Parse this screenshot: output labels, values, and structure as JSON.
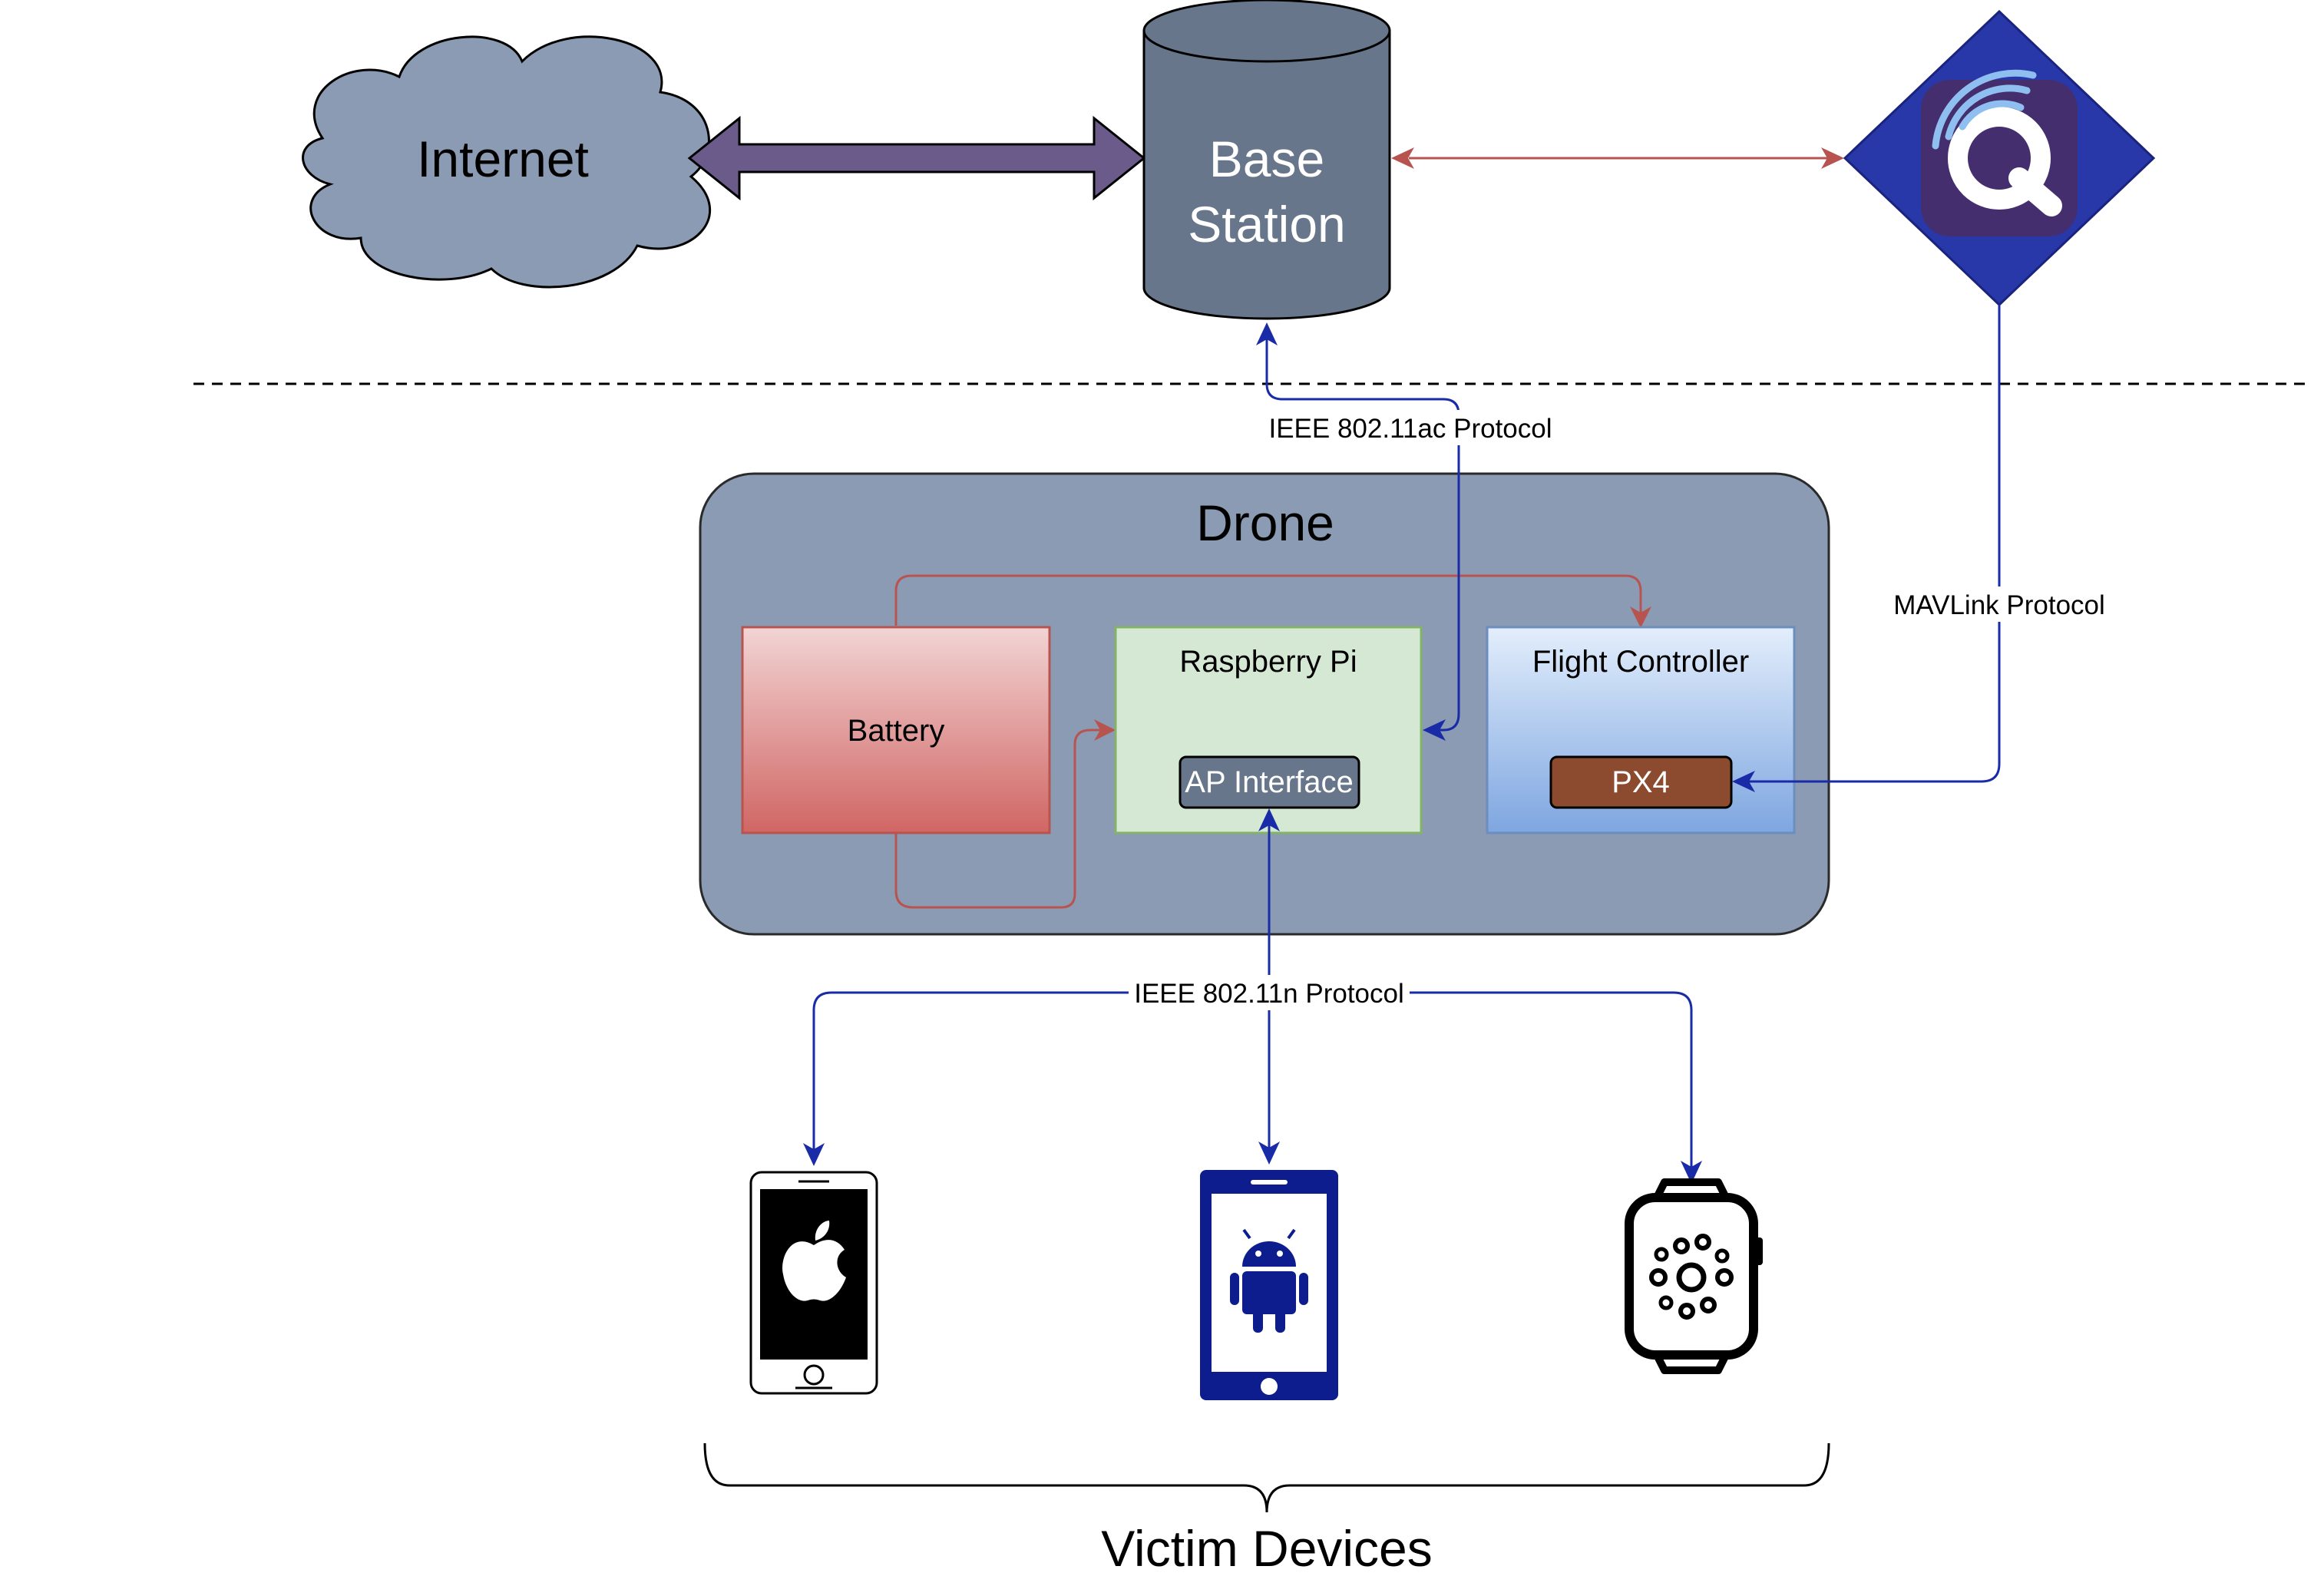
{
  "nodes": {
    "internet": "Internet",
    "base_station_line1": "Base",
    "base_station_line2": "Station",
    "drone": "Drone",
    "battery": "Battery",
    "raspberry_pi": "Raspberry Pi",
    "ap_interface": "AP Interface",
    "flight_controller": "Flight Controller",
    "px4": "PX4"
  },
  "edges": {
    "ieee_80211ac": "IEEE 802.11ac Protocol",
    "mavlink": "MAVLink Protocol",
    "ieee_80211n": "IEEE 802.11n Protocol"
  },
  "group_label": "Victim Devices",
  "icons": [
    "cloud-shape",
    "cylinder-shape",
    "qgroundcontrol-logo-icon",
    "apple-icon",
    "android-icon",
    "smartwatch-icon"
  ],
  "colors": {
    "cloud": "#8b9bb3",
    "base_station": "#67768a",
    "drone_box": "#8b9bb3",
    "battery_top": "#f0d0d0",
    "battery_bottom": "#d06664",
    "raspberry_fill": "#d5e8d4",
    "raspberry_border": "#82b366",
    "fc_top": "#dae8fc",
    "fc_bottom": "#7ea6e0",
    "px4": "#8c4a2f",
    "ap_interface": "#67768a",
    "diamond": "#2838a8",
    "logo_square": "#452e6e",
    "blue_arrow": "#1a2ba8",
    "red_arrow": "#b85450",
    "double_arrow": "#6b5b8a",
    "android_phone": "#0d1d8e"
  }
}
